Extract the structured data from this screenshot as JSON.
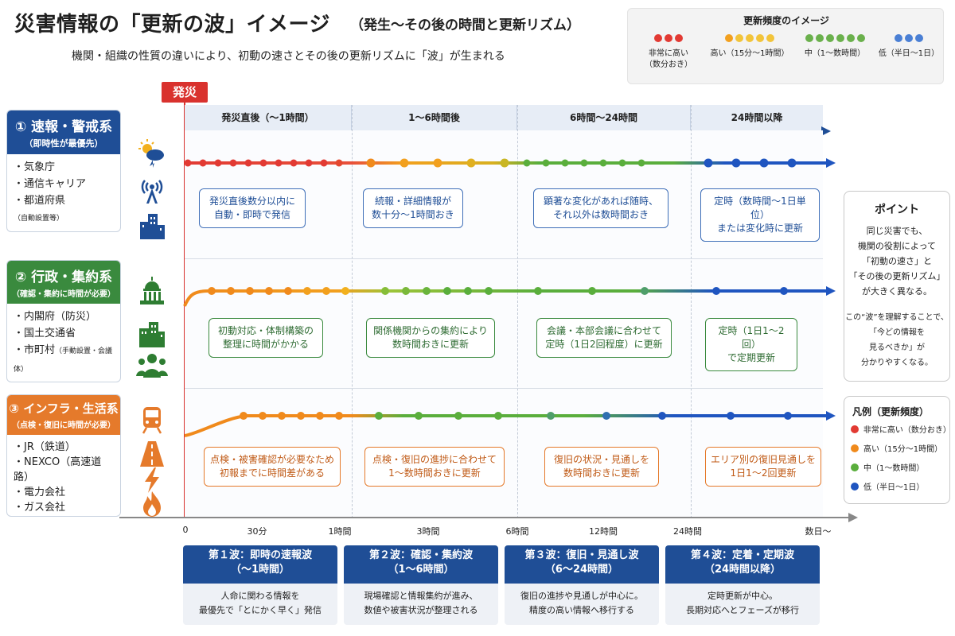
{
  "header": {
    "title": "災害情報の「更新の波」イメージ",
    "title_paren": "（発生〜その後の時間と更新リズム）",
    "lead": "機関・組織の性質の違いにより、初動の速さとその後の更新リズムに「波」が生まれる"
  },
  "frequency_box": {
    "title": "更新頻度のイメージ",
    "items": [
      {
        "label": "非常に高い",
        "sub": "（数分おき）",
        "color": "#e23a33"
      },
      {
        "label": "高い（15分〜1時間）",
        "sub": "",
        "color": "#f2a01e"
      },
      {
        "label": "中（1〜数時間）",
        "sub": "",
        "color": "#6ab04c"
      },
      {
        "label": "低（半日〜1日）",
        "sub": "",
        "color": "#4a7fd4"
      }
    ]
  },
  "disaster_tag": "発災",
  "phases": [
    "発災直後（〜1時間）",
    "1〜6時間後",
    "6時間〜24時間",
    "24時間以降"
  ],
  "categories": [
    {
      "number": "①",
      "name": "速報・警戒系",
      "sub": "（即時性が最優先）",
      "color": "#1f4e96",
      "members": [
        "・気象庁",
        "・通信キャリア",
        "・都道府県"
      ],
      "member_note": "（自動設置等）",
      "icons": [
        "weather-icon",
        "antenna-icon",
        "building-icon"
      ],
      "callouts": [
        "発災直後数分以内に\n自動・即時で発信",
        "続報・詳細情報が\n数十分〜1時間おき",
        "顕著な変化があれば随時、\nそれ以外は数時間おき",
        "定時（数時間〜1日単位）\nまたは変化時に更新"
      ]
    },
    {
      "number": "②",
      "name": "行政・集約系",
      "sub": "（確認・集約に時間が必要）",
      "color": "#3a8a3e",
      "members": [
        "・内閣府（防災）",
        "・国土交通省",
        "・市町村"
      ],
      "member_note": "（手動設置・会議体）",
      "icons": [
        "capitol-icon",
        "office-icon",
        "people-icon"
      ],
      "callouts": [
        "初動対応・体制構築の\n整理に時間がかかる",
        "関係機関からの集約により\n数時間おきに更新",
        "会議・本部会議に合わせて\n定時（1日2回程度）に更新",
        "定時（1日1〜2回）\nで定期更新"
      ]
    },
    {
      "number": "③",
      "name": "インフラ・生活系",
      "sub": "（点検・復旧に時間が必要）",
      "color": "#e57a2b",
      "members": [
        "・JR（鉄道）",
        "・NEXCO（高速道路）",
        "・電力会社",
        "・ガス会社"
      ],
      "member_note": "",
      "icons": [
        "train-icon",
        "highway-icon",
        "power-icon",
        "flame-icon"
      ],
      "callouts": [
        "点検・被害確認が必要なため\n初報までに時間差がある",
        "点検・復旧の進捗に合わせて\n1〜数時間おきに更新",
        "復旧の状況・見通しを\n数時間おきに更新",
        "エリア別の復旧見通しを\n1日1〜2回更新"
      ]
    }
  ],
  "axis_ticks": [
    "0",
    "30分",
    "1時間",
    "3時間",
    "6時間",
    "12時間",
    "24時間",
    "数日〜"
  ],
  "waves": [
    {
      "title": "第１波：即時の速報波",
      "range": "（〜1時間）",
      "desc": "人命に関わる情報を\n最優先で「とにかく早く」発信"
    },
    {
      "title": "第２波：確認・集約波",
      "range": "（1〜6時間）",
      "desc": "現場確認と情報集約が進み、\n数値や被害状況が整理される"
    },
    {
      "title": "第３波：復旧・見通し波",
      "range": "（6〜24時間）",
      "desc": "復旧の進捗や見通しが中心に。\n精度の高い情報へ移行する"
    },
    {
      "title": "第４波：定着・定期波",
      "range": "（24時間以降）",
      "desc": "定時更新が中心。\n長期対応へとフェーズが移行"
    }
  ],
  "point": {
    "title": "ポイント",
    "body": "同じ災害でも、\n機関の役割によって\n「初動の速さ」と\n「その後の更新リズム」\nが大きく異なる。",
    "body2": "この“波”を理解することで、\n「今どの情報を\n見るべきか」が\n分かりやすくなる。"
  },
  "legend": {
    "title": "凡例（更新頻度）",
    "items": [
      {
        "label": "非常に高い（数分おき）",
        "color": "#e23a33"
      },
      {
        "label": "高い（15分〜1時間）",
        "color": "#f08a1c"
      },
      {
        "label": "中（1〜数時間）",
        "color": "#5aae3c"
      },
      {
        "label": "低（半日〜1日）",
        "color": "#1f55c0"
      }
    ]
  }
}
